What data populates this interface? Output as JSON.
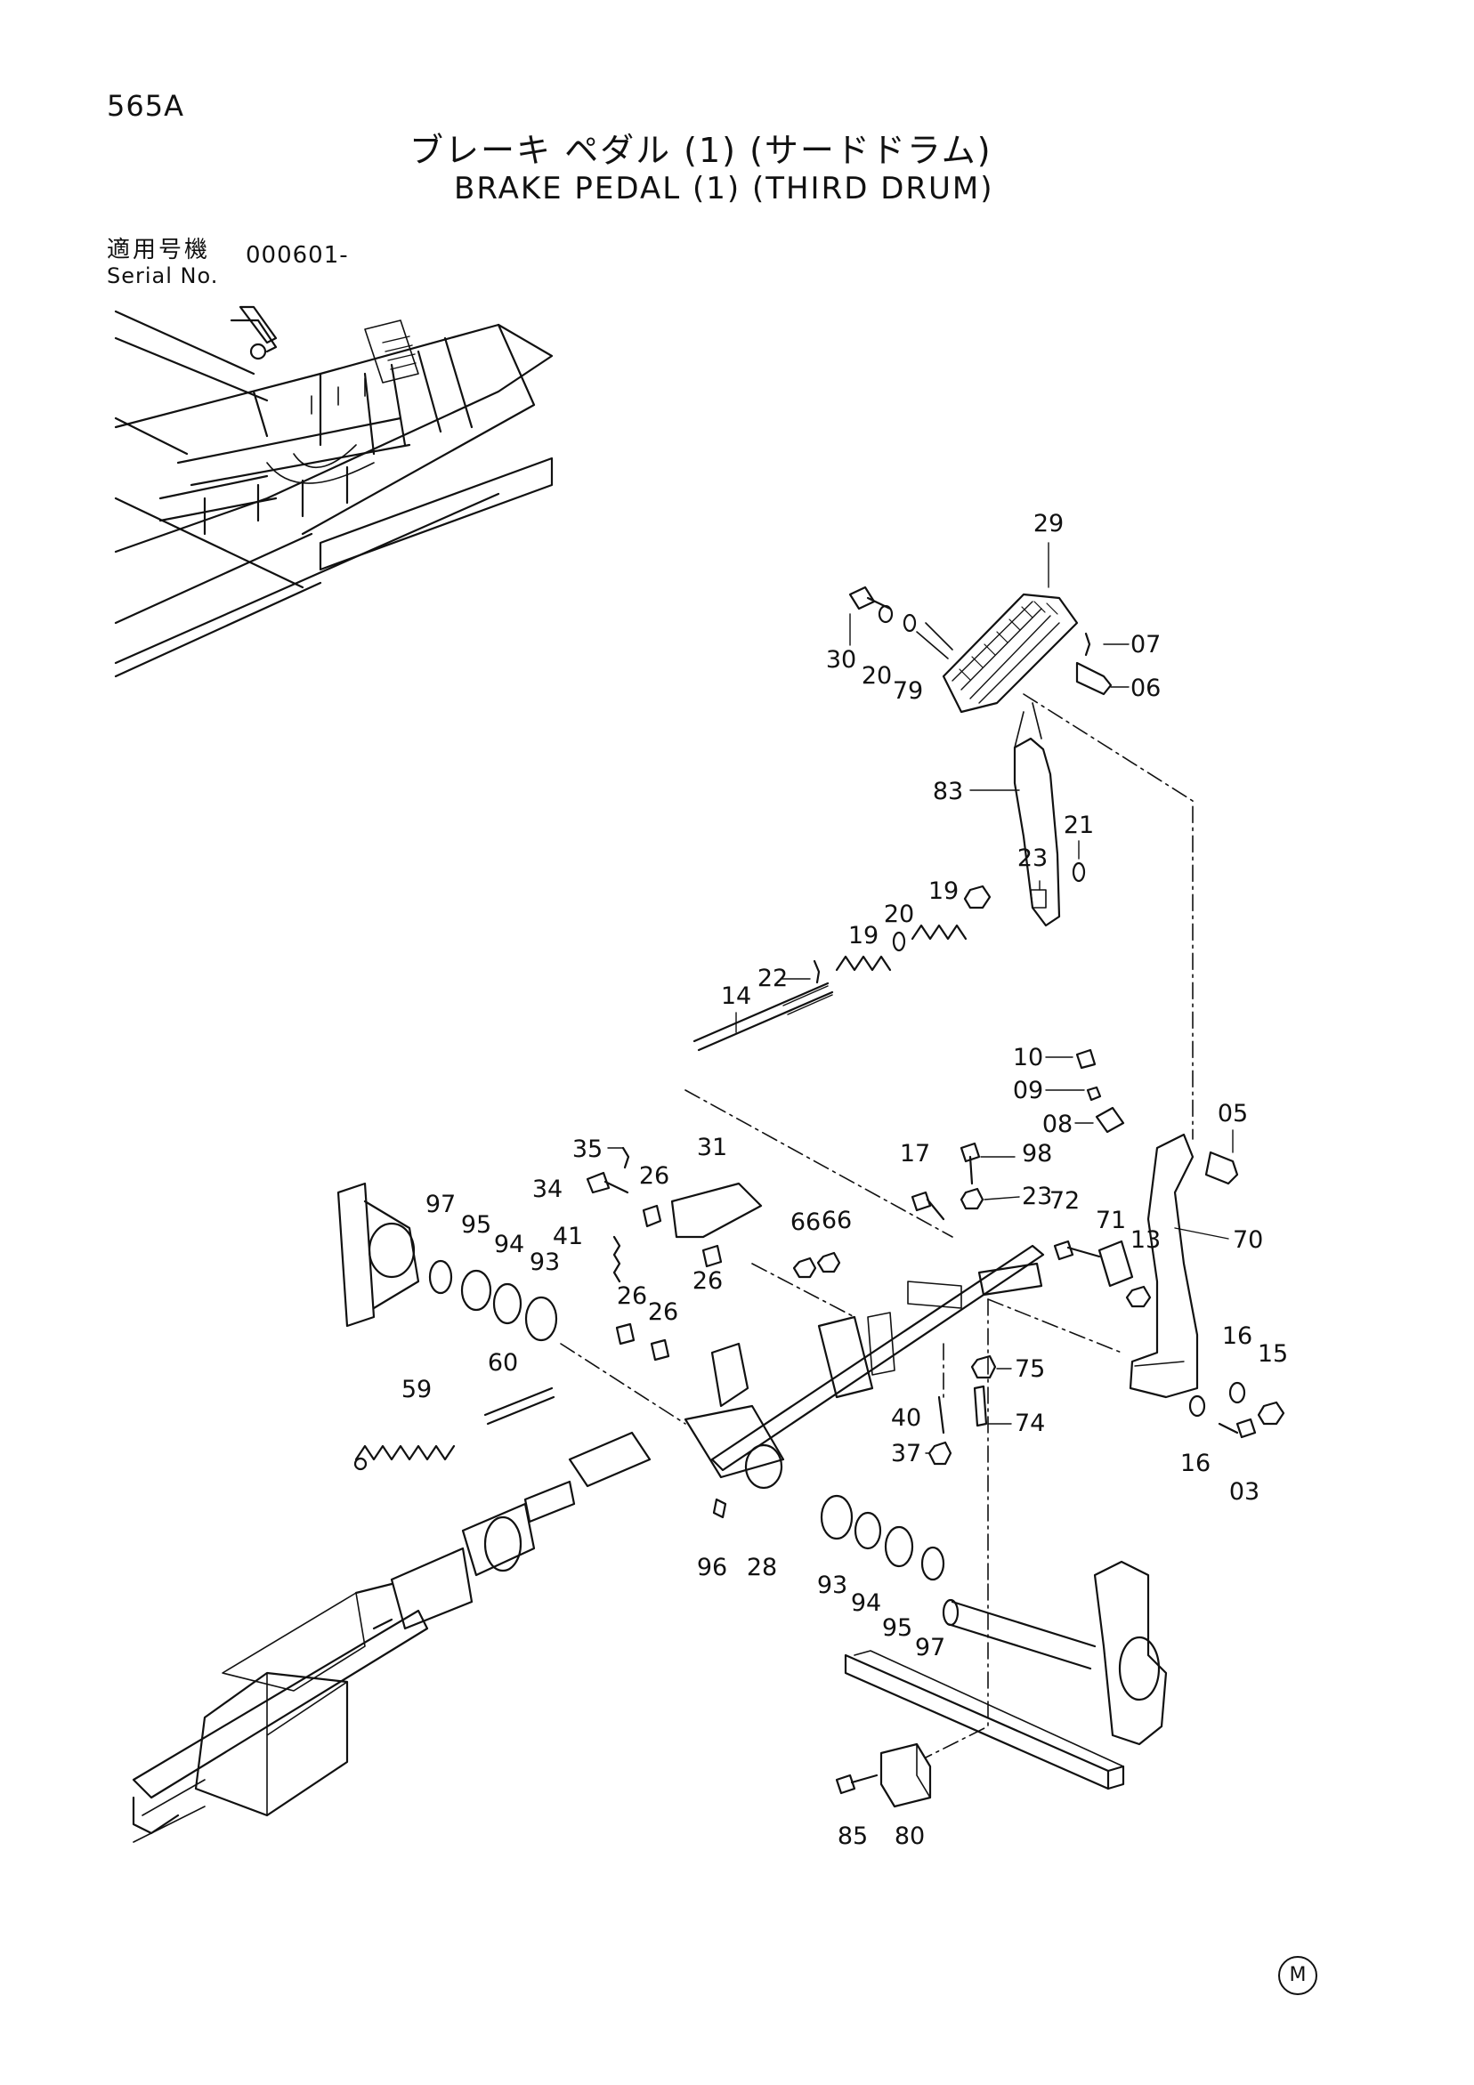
{
  "page": {
    "code": "565A",
    "title_jp": "ブレーキ ペダル (1) (サードドラム)",
    "title_en": "BRAKE PEDAL (1) (THIRD DRUM)",
    "serial_label_jp": "適用号機",
    "serial_label_en": "Serial No.",
    "serial_value": "000601-",
    "corner_mark": "M"
  },
  "callouts": [
    "29",
    "07",
    "06",
    "30",
    "20",
    "79",
    "83",
    "21",
    "23",
    "19",
    "20",
    "19",
    "22",
    "14",
    "10",
    "09",
    "08",
    "05",
    "35",
    "31",
    "17",
    "98",
    "34",
    "26",
    "23",
    "97",
    "95",
    "94",
    "93",
    "41",
    "66",
    "66",
    "72",
    "71",
    "13",
    "70",
    "26",
    "26",
    "26",
    "16",
    "15",
    "59",
    "60",
    "75",
    "40",
    "74",
    "37",
    "16",
    "03",
    "96",
    "28",
    "93",
    "94",
    "95",
    "97",
    "85",
    "80"
  ]
}
